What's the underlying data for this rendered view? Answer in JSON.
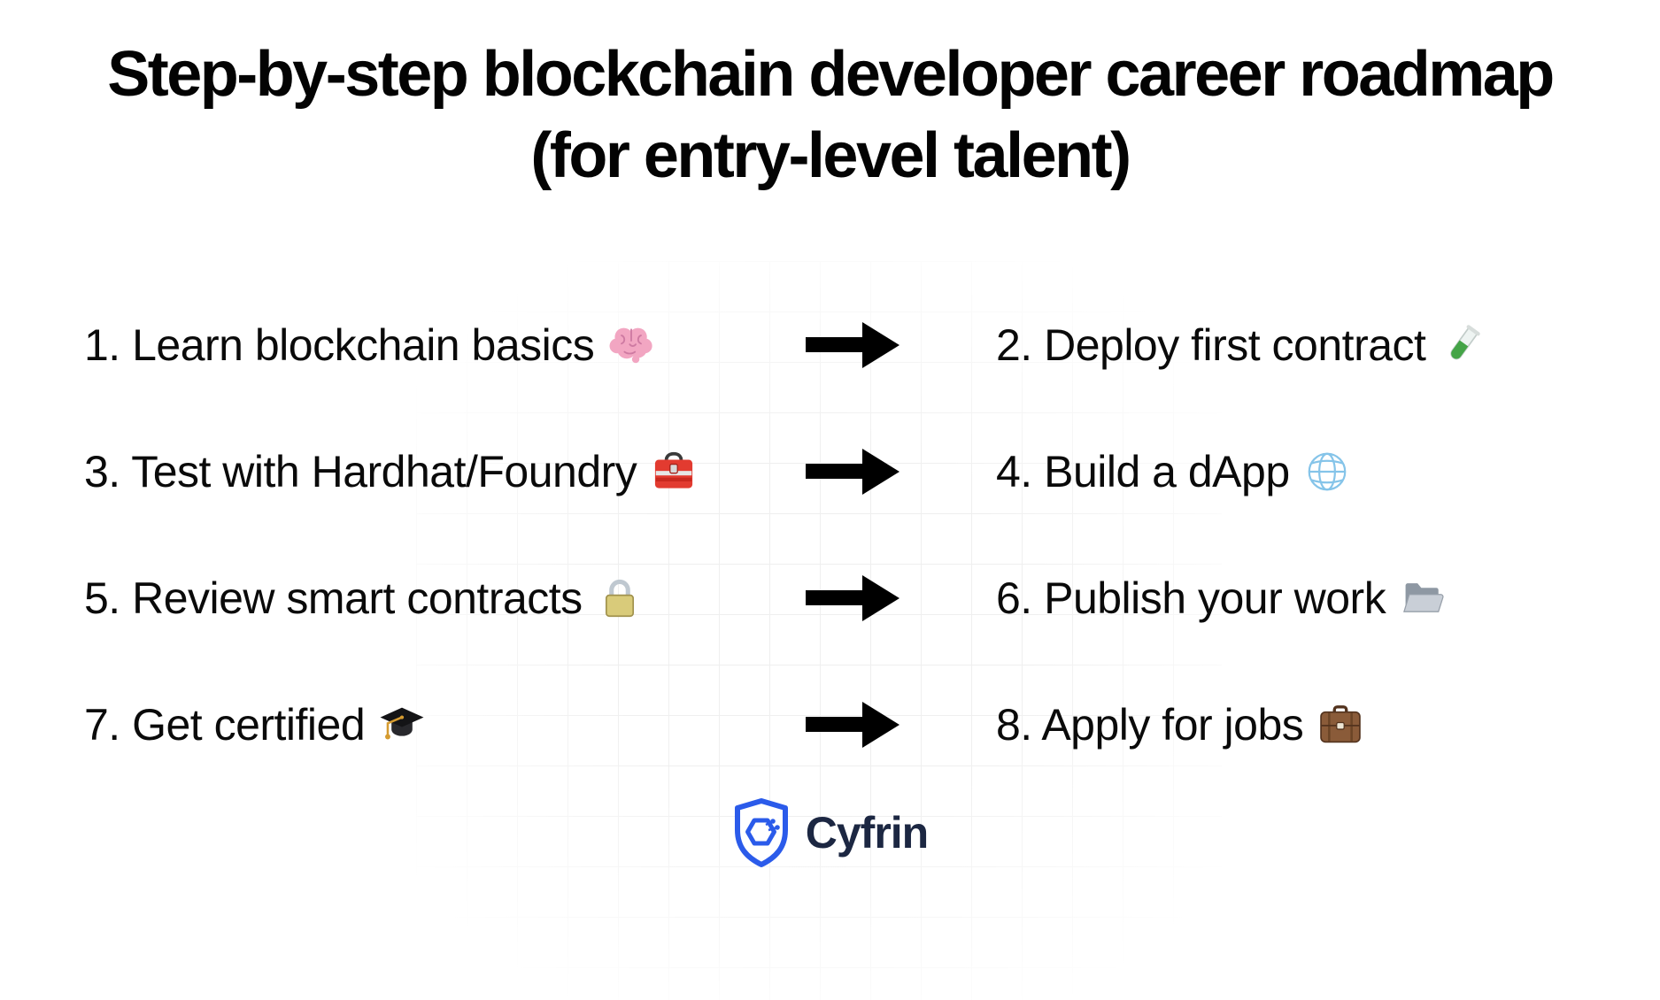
{
  "title": {
    "line1": "Step-by-step blockchain developer career roadmap",
    "line2": "(for entry-level talent)"
  },
  "steps": [
    {
      "label": "1. Learn blockchain basics",
      "icon": "brain"
    },
    {
      "label": "2. Deploy first contract",
      "icon": "test-tube"
    },
    {
      "label": "3. Test with Hardhat/Foundry",
      "icon": "toolbox"
    },
    {
      "label": "4. Build a dApp",
      "icon": "globe"
    },
    {
      "label": "5. Review smart contracts",
      "icon": "lock"
    },
    {
      "label": "6. Publish your work",
      "icon": "open-folder"
    },
    {
      "label": "7. Get certified",
      "icon": "graduation-cap"
    },
    {
      "label": "8. Apply for jobs",
      "icon": "briefcase"
    }
  ],
  "logo": {
    "text": "Cyfrin"
  },
  "colors": {
    "background": "#ffffff",
    "text": "#0a0a0a",
    "arrow": "#000000",
    "grid_line": "#efefef",
    "logo_shield": "#2b5bea",
    "logo_text": "#1c2742"
  }
}
